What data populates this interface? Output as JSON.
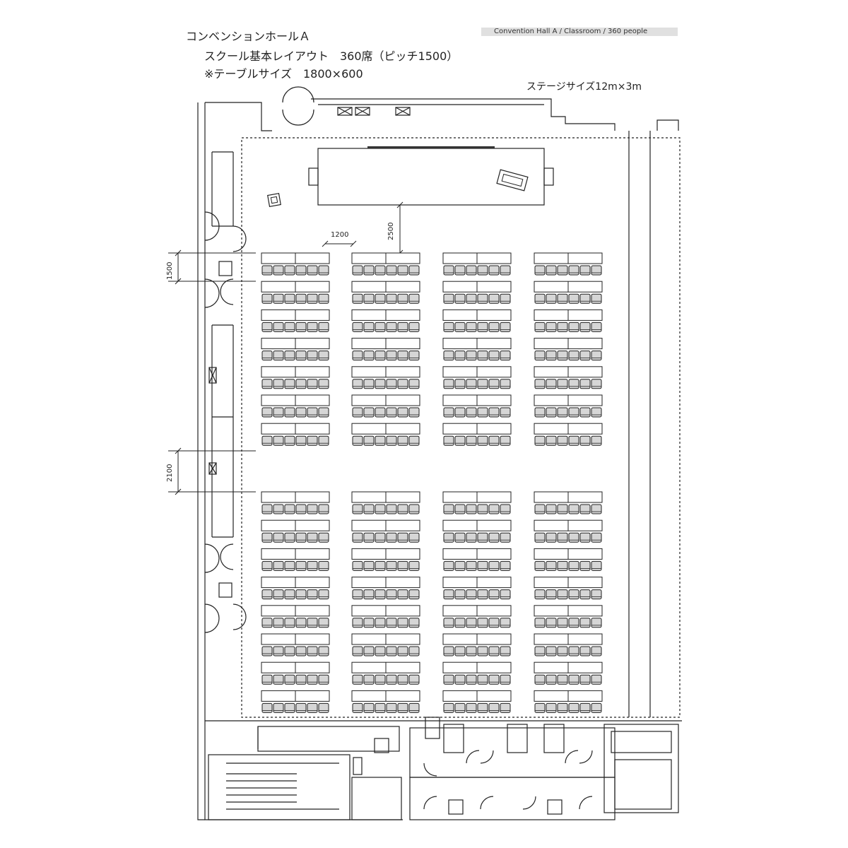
{
  "header": {
    "hall_name": "コンベンションホールＡ",
    "layout_title": "スクール基本レイアウト　360席（ピッチ1500）",
    "table_size": "※テーブルサイズ　1800×600",
    "stage_size": "ステージサイズ12m×3m",
    "banner": "Convention Hall A / Classroom / 360 people"
  },
  "dimensions": {
    "aisle_width": "1200",
    "stage_gap": "2500",
    "row_pitch": "1500",
    "block_gap": "2100"
  },
  "layout": {
    "table_columns": 4,
    "rows_per_block": [
      7,
      8
    ],
    "seats_per_row_per_column": 6
  },
  "colors": {
    "line": "#222222",
    "seat_fill": "#d6d6d6",
    "banner_bg": "#e0e0e0",
    "stage_bar": "#333333"
  },
  "icons": [
    "double-door-icon",
    "elevator-icon",
    "stair-icon",
    "podium-icon",
    "lectern-icon"
  ]
}
